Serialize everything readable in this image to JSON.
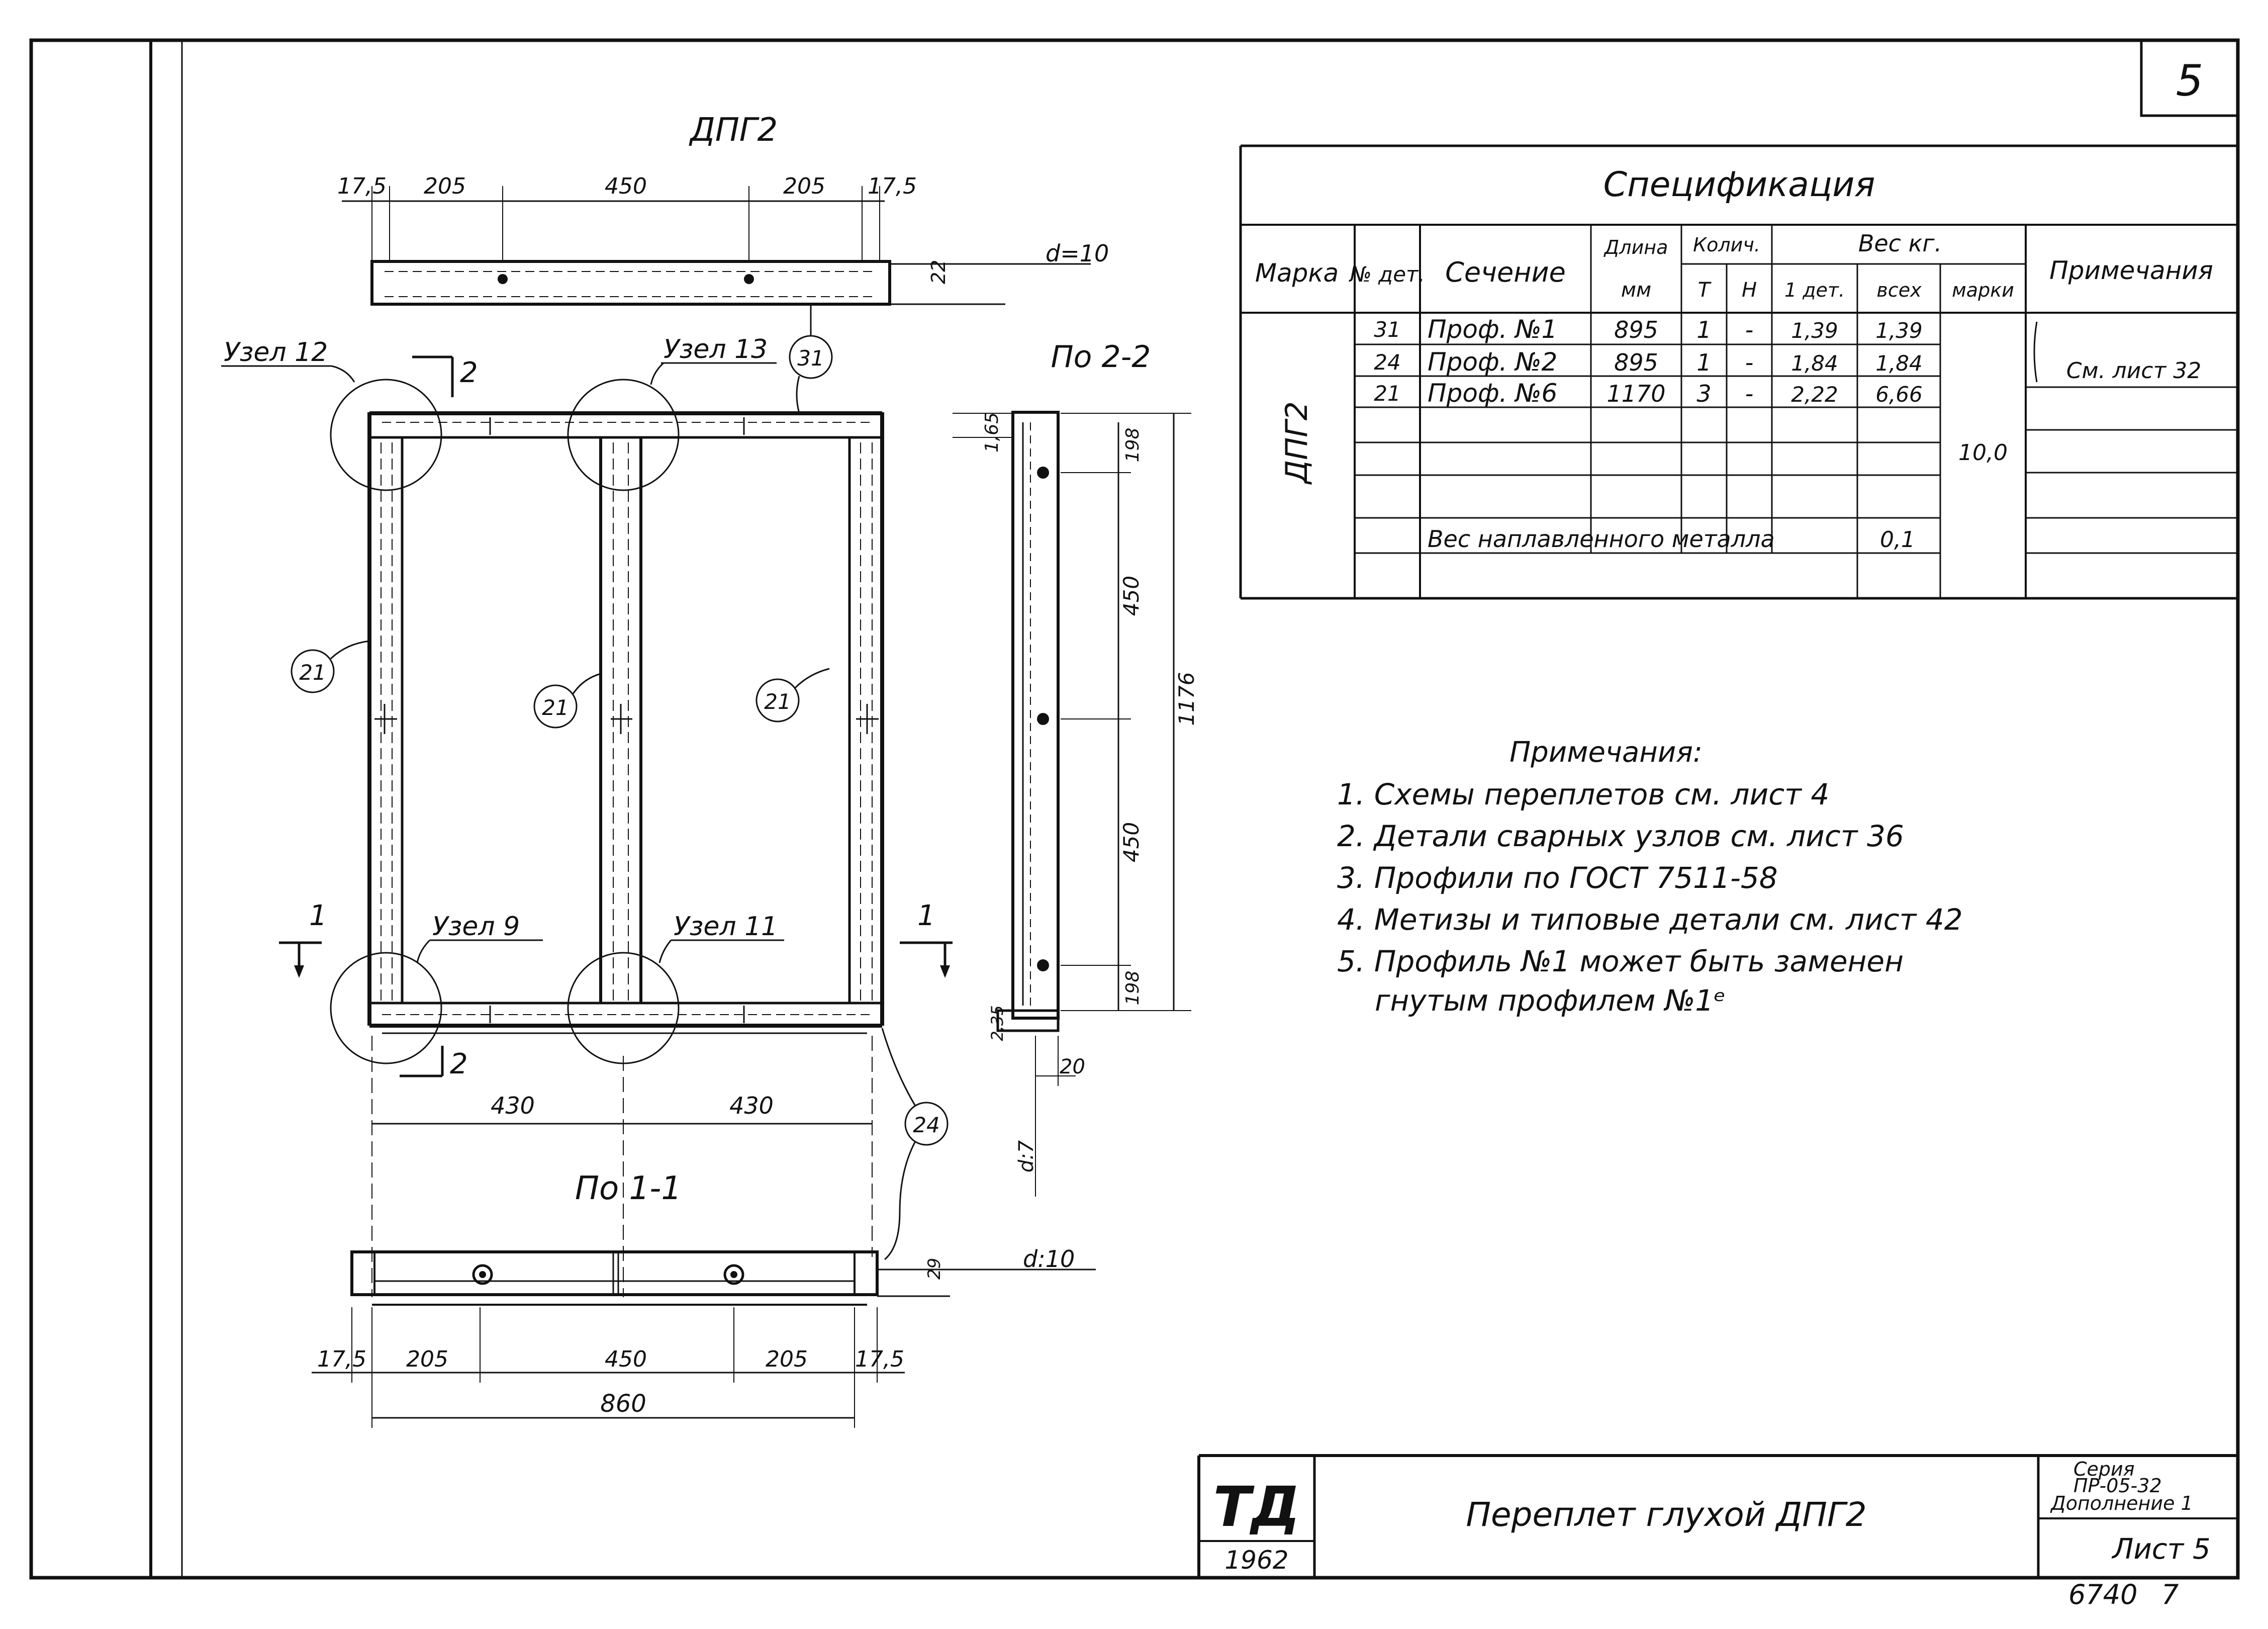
{
  "sheet_number": "5",
  "main_view_title": "ДПГ2",
  "section_2_title": "По 2-2",
  "section_1_title": "По 1-1",
  "node_labels": {
    "uzel12": "Узел 12",
    "uzel13": "Узел 13",
    "uzel9": "Узел 9",
    "uzel11": "Узел 11"
  },
  "cut_marks": {
    "c2": "2",
    "c1": "1"
  },
  "callouts": {
    "c21": "21",
    "c31": "31",
    "c24": "24"
  },
  "dims": {
    "top_row": [
      "17,5",
      "205",
      "450",
      "205",
      "17,5"
    ],
    "top_thickness": "d=10",
    "top_h": "22",
    "side_165": "1,65",
    "side_198_top": "198",
    "side_450_a": "450",
    "side_450_b": "450",
    "side_198_bot": "198",
    "side_total": "1176",
    "side_235": "2,35",
    "side_20": "20",
    "side_d7": "d:7",
    "bottom_430_a": "430",
    "bottom_430_b": "430",
    "sec1_thickness": "d:10",
    "sec1_h": "29",
    "bottom_row": [
      "17,5",
      "205",
      "450",
      "205",
      "17,5"
    ],
    "bottom_total": "860"
  },
  "spec": {
    "title": "Спецификация",
    "headers": {
      "marka": "Марка",
      "det": "№ дет.",
      "sechenie": "Сечение",
      "dlina": "Длина",
      "dlina_unit": "мм",
      "kolich": "Колич.",
      "kol_t": "Т",
      "kol_n": "Н",
      "ves": "Вес кг.",
      "ves_1": "1 дет.",
      "ves_all": "всех",
      "ves_marki": "марки",
      "notes": "Примечания"
    },
    "marka_value": "ДПГ2",
    "rows": [
      {
        "det": "31",
        "section": "Проф. №1",
        "length": "895",
        "t": "1",
        "n": "-",
        "w1": "1,39",
        "wall": "1,39"
      },
      {
        "det": "24",
        "section": "Проф. №2",
        "length": "895",
        "t": "1",
        "n": "-",
        "w1": "1,84",
        "wall": "1,84"
      },
      {
        "det": "21",
        "section": "Проф. №6",
        "length": "1170",
        "t": "3",
        "n": "-",
        "w1": "2,22",
        "wall": "6,66"
      }
    ],
    "weight_marki": "10,0",
    "note_ref": "См. лист 32",
    "weld_label": "Вес наплавленного металла",
    "weld_value": "0,1"
  },
  "notes": {
    "title": "Примечания:",
    "items": [
      "1. Схемы переплетов см. лист 4",
      "2. Детали сварных узлов см. лист 36",
      "3. Профили по ГОСТ 7511-58",
      "4. Метизы и типовые детали см. лист 42",
      "5. Профиль №1 может быть заменен",
      "гнутым профилем №1ᵉ"
    ]
  },
  "title_block": {
    "logo": "ТД",
    "year": "1962",
    "name": "Переплет глухой ДПГ2",
    "series_1": "Серия",
    "series_2": "ПР-05-32",
    "series_3": "Дополнение 1",
    "sheet": "Лист 5"
  },
  "bottom_code_a": "6740",
  "bottom_code_b": "7"
}
